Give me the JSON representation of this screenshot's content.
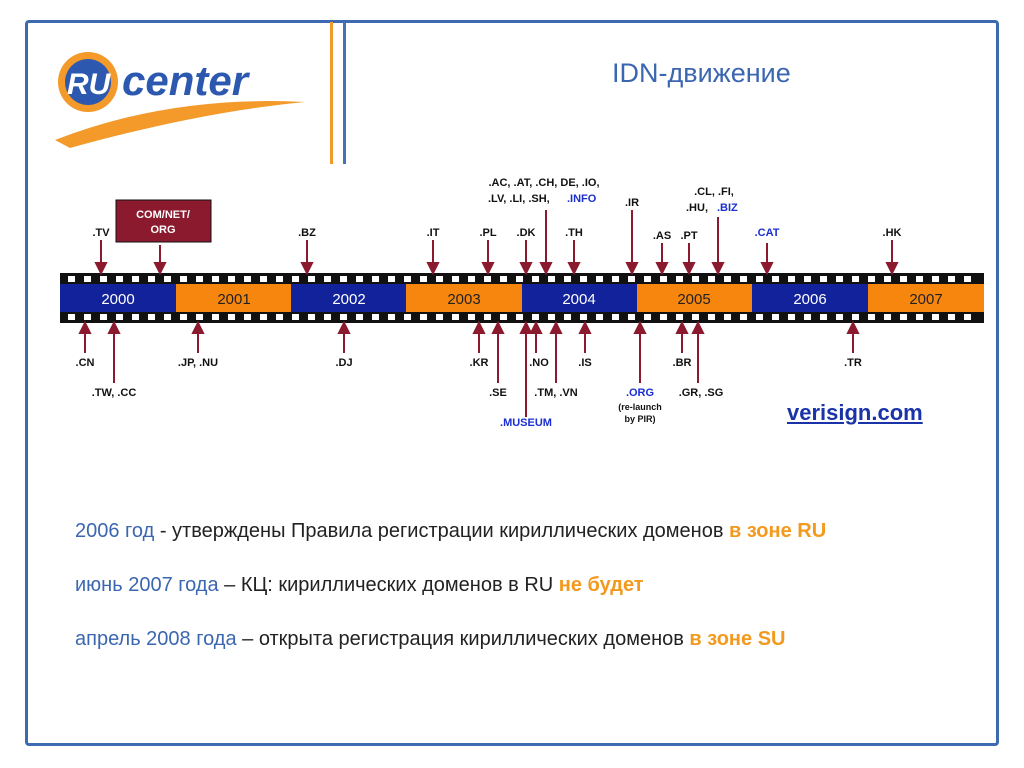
{
  "header": {
    "logo_text_ru": "RU",
    "logo_text_center": "center",
    "title": "IDN-движение"
  },
  "timeline": {
    "years": [
      "2000",
      "2001",
      "2002",
      "2003",
      "2004",
      "2005",
      "2006",
      "2007"
    ],
    "top_labels": [
      {
        "text": ".TV"
      },
      {
        "text": "COM/NET/"
      },
      {
        "text": "ORG"
      },
      {
        "text": ".BZ"
      },
      {
        "text": ".IT"
      },
      {
        "text": ".PL"
      },
      {
        "text": ".DK"
      },
      {
        "text": ".AC, .AT, .CH, DE, .IO,"
      },
      {
        "text": ".LV, .LI, .SH,"
      },
      {
        "text": ".INFO"
      },
      {
        "text": ".TH"
      },
      {
        "text": ".IR"
      },
      {
        "text": ".AS"
      },
      {
        "text": ".PT"
      },
      {
        "text": ".CL, .FI,"
      },
      {
        "text": ".HU,"
      },
      {
        "text": ".BIZ"
      },
      {
        "text": ".CAT"
      },
      {
        "text": ".HK"
      }
    ],
    "bottom_labels": [
      {
        "text": ".CN"
      },
      {
        "text": ".TW, .CC"
      },
      {
        "text": ".JP, .NU"
      },
      {
        "text": ".DJ"
      },
      {
        "text": ".KR"
      },
      {
        "text": ".SE"
      },
      {
        "text": ".MUSEUM"
      },
      {
        "text": ".NO"
      },
      {
        "text": ".TM, .VN"
      },
      {
        "text": ".IS"
      },
      {
        "text": ".ORG"
      },
      {
        "text": "(re-launch"
      },
      {
        "text": "by PIR)"
      },
      {
        "text": ".BR"
      },
      {
        "text": ".GR, .SG"
      },
      {
        "text": ".TR"
      }
    ],
    "source_link": "verisign.com",
    "colors": {
      "blue_segment": "#12229a",
      "orange_segment": "#f7860f",
      "arrow": "#8b1a2e",
      "com_box": "#8b1a2e"
    }
  },
  "notes": [
    {
      "date": "2006 год",
      "sep": " - ",
      "text": "утверждены Правила регистрации кириллических доменов ",
      "highlight": "в зоне RU"
    },
    {
      "date": "июнь 2007 года",
      "sep": " – ",
      "text": "КЦ: кириллических доменов в RU ",
      "highlight": "не будет"
    },
    {
      "date": "апрель 2008 года",
      "sep": " – ",
      "text": "открыта регистрация кириллических доменов ",
      "highlight": "в зоне SU"
    }
  ]
}
